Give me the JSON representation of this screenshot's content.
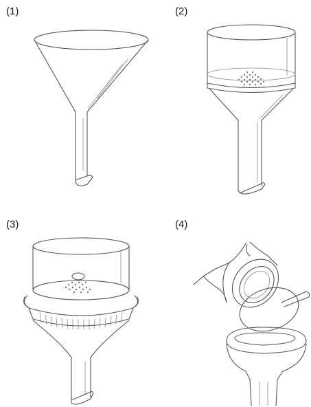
{
  "labels": {
    "fig1": "(1)",
    "fig2": "(2)",
    "fig3": "(3)",
    "fig4": "(4)"
  },
  "colors": {
    "line": "#555555",
    "background": "#ffffff"
  }
}
